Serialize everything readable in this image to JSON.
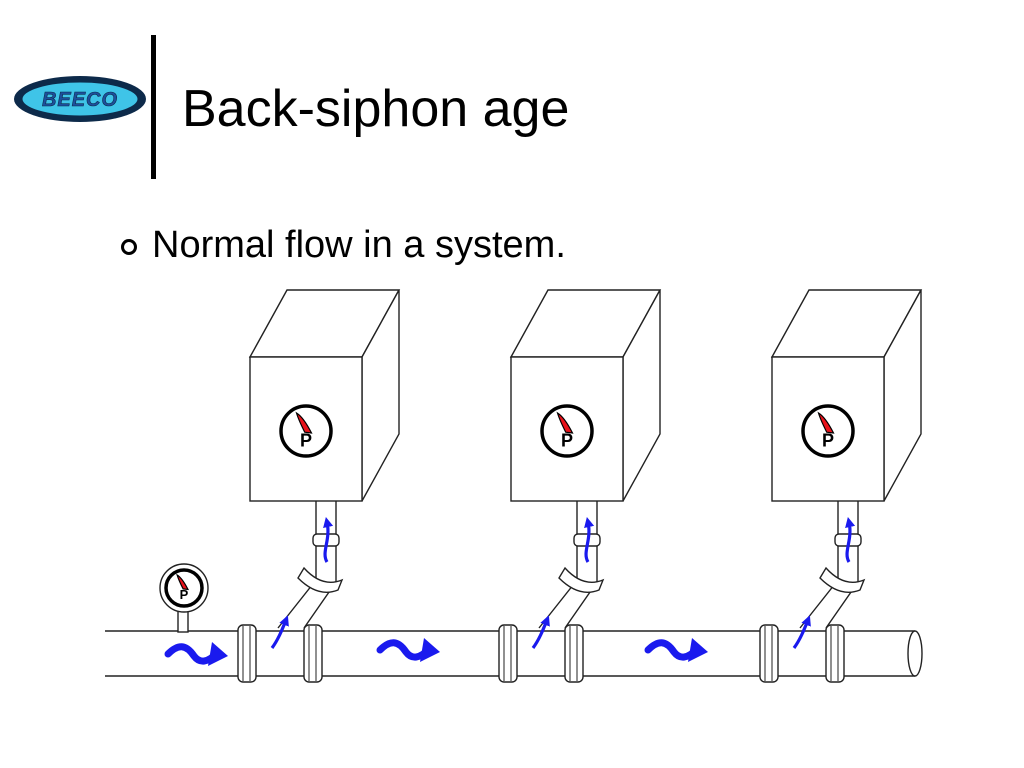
{
  "slide": {
    "title": "Back-siphon age",
    "bullet": "Normal flow in a system."
  },
  "logo": {
    "text": "BEECO",
    "colors": {
      "outer": "#0d2a4a",
      "inner": "#3fc4e8",
      "text": "#1d4f9c"
    }
  },
  "diagram": {
    "gauge_label": "P",
    "flow_direction": "left-to-right",
    "colors": {
      "flow_arrow": "#1a1aee",
      "gauge_needle": "#e8111a",
      "line": "#222222"
    },
    "icons": {
      "gauge": "pressure-gauge-icon",
      "arrow": "flow-arrow-icon"
    }
  }
}
